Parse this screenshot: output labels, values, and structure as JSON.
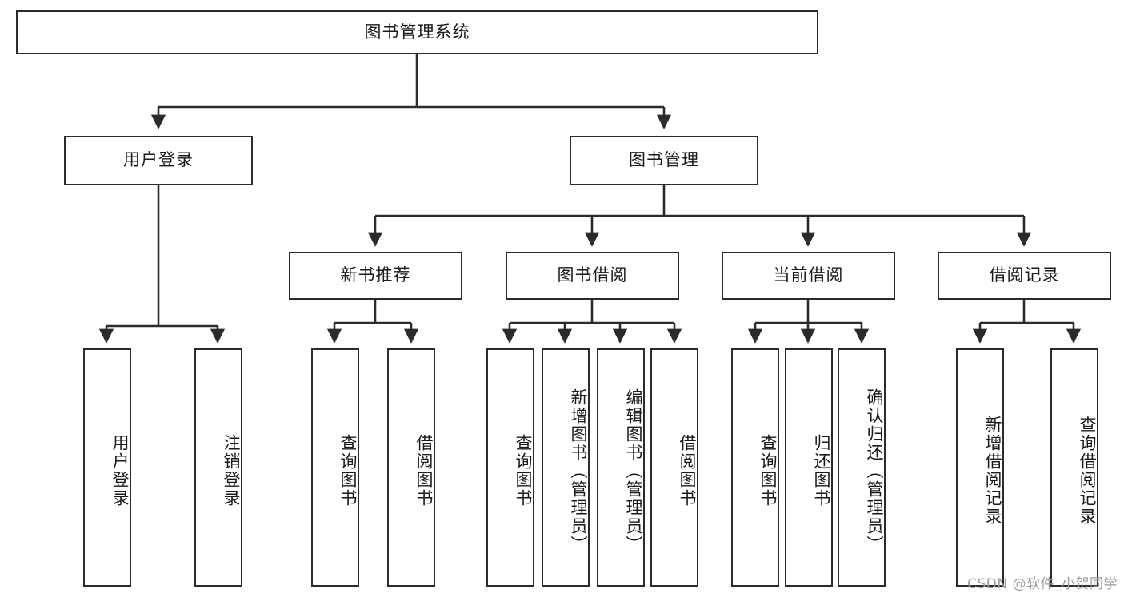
{
  "diagram": {
    "type": "tree",
    "title": "图书管理系统",
    "watermark": "CSDN @软件_小贺同学",
    "colors": {
      "box_border": "#2b2b2b",
      "box_fill": "#ffffff",
      "connector": "#2b2b2b",
      "text": "#1a1a1a",
      "watermark": "#9b9b9b"
    },
    "levels": {
      "root": "图书管理系统",
      "level2": [
        "用户登录",
        "图书管理"
      ],
      "level3": [
        "新书推荐",
        "图书借阅",
        "当前借阅",
        "借阅记录"
      ],
      "leaves": [
        "用户登录",
        "注销登录",
        "查询图书",
        "借阅图书",
        "查询图书",
        "新增图书（管理员）",
        "编辑图书（管理员）",
        "借阅图书",
        "查询图书",
        "归还图书",
        "确认归还（管理员）",
        "新增借阅记录",
        "查询借阅记录"
      ]
    },
    "nodes": {
      "root": {
        "label": "图书管理系统"
      },
      "user_login": {
        "label": "用户登录"
      },
      "book_manage": {
        "label": "图书管理"
      },
      "new_book_rec": {
        "label": "新书推荐"
      },
      "book_borrow": {
        "label": "图书借阅"
      },
      "current_borrow": {
        "label": "当前借阅"
      },
      "borrow_record": {
        "label": "借阅记录"
      },
      "leaf_user_login": {
        "label": "用户登录"
      },
      "leaf_logout": {
        "label": "注销登录"
      },
      "leaf_query_book_a": {
        "label": "查询图书"
      },
      "leaf_borrow_book_a": {
        "label": "借阅图书"
      },
      "leaf_query_book_b": {
        "label": "查询图书"
      },
      "leaf_add_book": {
        "label": "新增图书（管理员）"
      },
      "leaf_edit_book": {
        "label": "编辑图书（管理员）"
      },
      "leaf_borrow_book_b": {
        "label": "借阅图书"
      },
      "leaf_query_book_c": {
        "label": "查询图书"
      },
      "leaf_return_book": {
        "label": "归还图书"
      },
      "leaf_confirm_return": {
        "label": "确认归还（管理员）"
      },
      "leaf_add_record": {
        "label": "新增借阅记录"
      },
      "leaf_query_record": {
        "label": "查询借阅记录"
      }
    },
    "edges": [
      {
        "from": "root",
        "to": "user_login"
      },
      {
        "from": "root",
        "to": "book_manage"
      },
      {
        "from": "user_login",
        "to": "leaf_user_login"
      },
      {
        "from": "user_login",
        "to": "leaf_logout"
      },
      {
        "from": "book_manage",
        "to": "new_book_rec"
      },
      {
        "from": "book_manage",
        "to": "book_borrow"
      },
      {
        "from": "book_manage",
        "to": "current_borrow"
      },
      {
        "from": "book_manage",
        "to": "borrow_record"
      },
      {
        "from": "new_book_rec",
        "to": "leaf_query_book_a"
      },
      {
        "from": "new_book_rec",
        "to": "leaf_borrow_book_a"
      },
      {
        "from": "book_borrow",
        "to": "leaf_query_book_b"
      },
      {
        "from": "book_borrow",
        "to": "leaf_add_book"
      },
      {
        "from": "book_borrow",
        "to": "leaf_edit_book"
      },
      {
        "from": "book_borrow",
        "to": "leaf_borrow_book_b"
      },
      {
        "from": "current_borrow",
        "to": "leaf_query_book_c"
      },
      {
        "from": "current_borrow",
        "to": "leaf_return_book"
      },
      {
        "from": "current_borrow",
        "to": "leaf_confirm_return"
      },
      {
        "from": "borrow_record",
        "to": "leaf_add_record"
      },
      {
        "from": "borrow_record",
        "to": "leaf_query_record"
      }
    ]
  }
}
